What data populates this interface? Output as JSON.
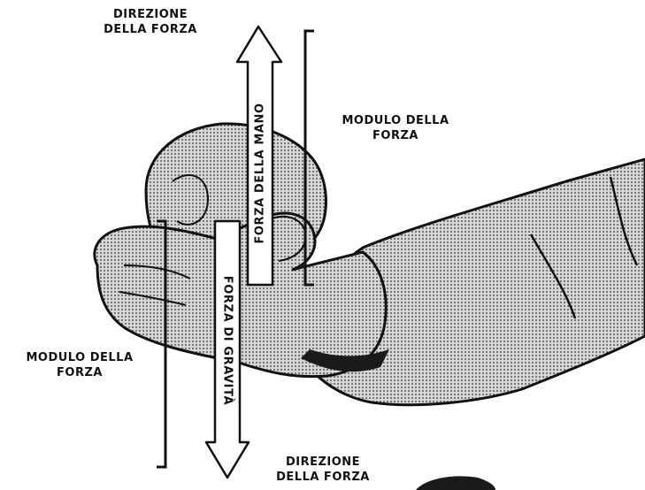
{
  "labels": {
    "top_direction": [
      "DIREZIONE",
      "DELLA FORZA"
    ],
    "top_magnitude": [
      "MODULO DELLA",
      "FORZA"
    ],
    "bottom_magnitude": [
      "MODULO DELLA",
      "FORZA"
    ],
    "bottom_direction": [
      "DIREZIONE",
      "DELLA FORZA"
    ]
  },
  "arrows": {
    "hand_force": "FORZA DELLA MANO",
    "gravity_force": "FORZA DI GRAVITÀ"
  },
  "colors": {
    "ink": "#111111",
    "screentone": "#b9b9b9",
    "arrow_fill": "#ffffff"
  }
}
